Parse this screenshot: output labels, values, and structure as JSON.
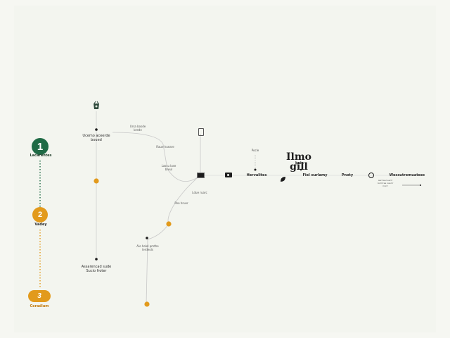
{
  "colors": {
    "green": "#1f6a45",
    "amber": "#e29a1c",
    "line": "#bfbfbf",
    "ink": "#1c1c1c"
  },
  "steps": [
    {
      "number": "1",
      "label": "Lacarentes"
    },
    {
      "number": "2",
      "label": "Vadey"
    },
    {
      "number": "3",
      "label": "Ceradlum"
    }
  ],
  "left_flow": {
    "top_label": "Ucemo aceerde\nboued",
    "bottom_label": "Assarencad sude\nSucio froter"
  },
  "middle_flow": {
    "label_a": "Ursa bosde\nbrede",
    "label_b": "Raue hueare",
    "label_c": "Lassu lase\nbreul",
    "label_d": "Ldue ruarc",
    "label_e": "Peo hruer",
    "label_f": "Aie holel pmthe\nlerdeols"
  },
  "right_flow": {
    "title": "Ilmo gill",
    "subtitle": "baie",
    "top_label": "Pocle",
    "nodes": [
      "Hervalites",
      "Fiel ourlamy",
      "Pnoty",
      "Wessutremuateec"
    ],
    "note": "aarrreer eerrr\nrarrrrree oeerrr\nrrerrr"
  },
  "icons": [
    "basket-icon",
    "bottle-icon",
    "box-icon",
    "camera-icon",
    "leaf-icon",
    "cycle-icon"
  ]
}
